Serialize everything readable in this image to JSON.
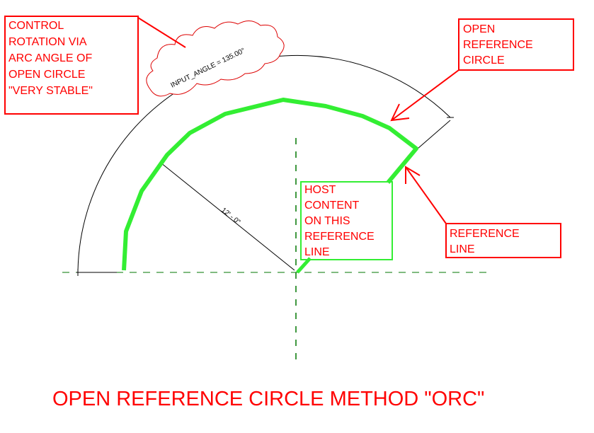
{
  "title": "OPEN REFERENCE CIRCLE METHOD \"ORC\"",
  "notes": {
    "control_rotation": [
      "CONTROL",
      "ROTATION VIA",
      "ARC ANGLE OF",
      "OPEN CIRCLE",
      "\"VERY STABLE\""
    ],
    "open_reference_circle": [
      "OPEN",
      "REFERENCE",
      "CIRCLE"
    ],
    "host_content": [
      "HOST",
      "CONTENT",
      "ON THIS",
      "REFERENCE",
      "LINE"
    ],
    "reference_line": [
      "REFERENCE",
      "LINE"
    ]
  },
  "dimensions": {
    "input_angle": "INPUT_ANGLE = 135.00°",
    "radius": "12' - 0\""
  },
  "colors": {
    "annotation": "#ff0000",
    "reference_circle": "#33ee33",
    "center_line": "#007700",
    "dimension": "#000000"
  }
}
